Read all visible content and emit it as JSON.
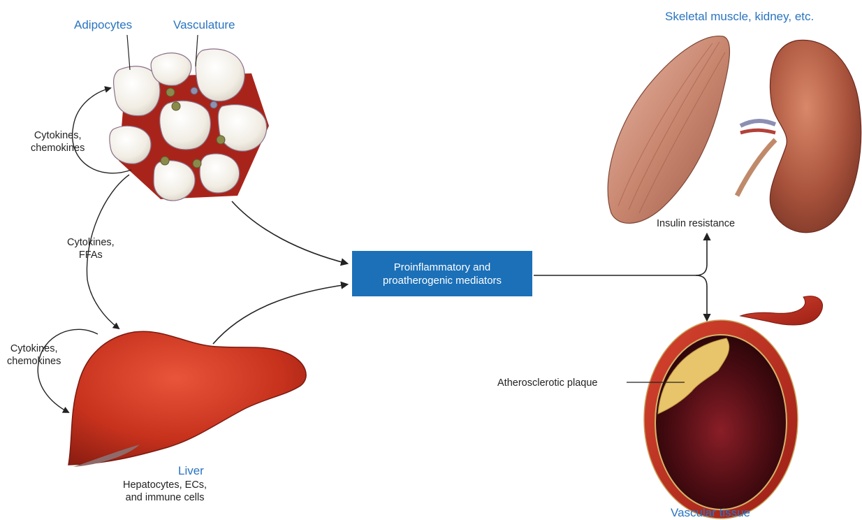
{
  "labels": {
    "adipocytes": "Adipocytes",
    "vasculature": "Vasculature",
    "skeletal": "Skeletal muscle, kidney, etc.",
    "cytokines_chemokines_top": [
      "Cytokines,",
      "chemokines"
    ],
    "cytokines_ffas": [
      "Cytokines,",
      "FFAs"
    ],
    "cytokines_chemokines_liver": [
      "Cytokines,",
      "chemokines"
    ],
    "liver_title": "Liver",
    "liver_sub": [
      "Hepatocytes, ECs,",
      "and immune cells"
    ],
    "mediators": [
      "Proinflammatory and",
      "proatherogenic mediators"
    ],
    "insulin_resistance": "Insulin resistance",
    "plaque": "Atherosclerotic plaque",
    "vascular": "Vascular tissue"
  },
  "colors": {
    "label_blue": "#2a74c0",
    "box_blue": "#1b70b8",
    "vessel_red": "#b5271c",
    "liver_red": "#c7321d"
  }
}
